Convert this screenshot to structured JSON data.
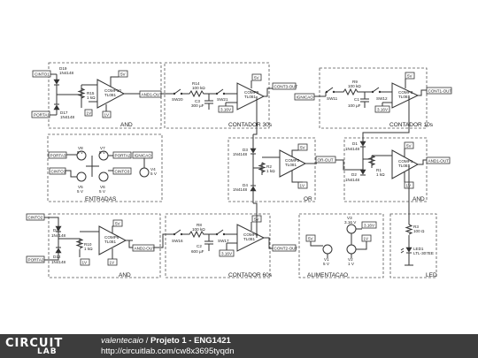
{
  "footer": {
    "logo_top": "CIRCUIT",
    "logo_bottom": "LAB",
    "author": "valentecaio",
    "separator": " / ",
    "title": "Projeto 1 - ENG1421",
    "url": "http://circuitlab.com/cw8x3695tyqdn"
  },
  "blocks": {
    "and_top": "AND",
    "contador30": "CONTADOR 30s",
    "contador10": "CONTADOR 10s",
    "entradas": "ENTRADAS",
    "or": "OR",
    "and_right": "AND",
    "and_bottom": "AND",
    "contador60": "CONTADOR 60s",
    "alimentacao": "ALIMENTACAO",
    "led": "LED"
  },
  "nets": {
    "cinto1": "CINTO1",
    "porta1": "PORTA1",
    "and1_out": "AND1-OUT",
    "cont3_out": "CONT3-OUT",
    "ignicao": "IGNICAO",
    "cont1_out": "CONT1-OUT",
    "porta3": "PORTA3",
    "cinto3": "CINTO3",
    "porta2": "PORTA2",
    "cinto2": "CINTO2",
    "or_out": "OR-OUT",
    "and2_out": "AND2-OUT",
    "cont2_out": "CONT2-OUT",
    "and1_out_right": "AND1-OUT",
    "v5": "5V",
    "v1": "1V",
    "v3_16": "3.16V",
    "v3_16b": "3.16V",
    "v3_16c": "3.16V",
    "v3_16d": "3.16V"
  },
  "components": {
    "d19": [
      "D19",
      "1N4148"
    ],
    "d17": [
      "D17",
      "1N4148"
    ],
    "r15": [
      "R15",
      "1 kΩ"
    ],
    "comp10": [
      "COMP10",
      "TL081"
    ],
    "r14": [
      "R14",
      "100 kΩ"
    ],
    "c3": [
      "C3",
      "300 µF"
    ],
    "sw20": "SW20",
    "sw21": "SW21",
    "comp9": [
      "COMP9",
      "TL081"
    ],
    "r9": [
      "R9",
      "100 kΩ"
    ],
    "c1": [
      "C1",
      "100 µF"
    ],
    "sw11": "SW11",
    "sw12": "SW12",
    "comp3": [
      "COMP3",
      "TL081"
    ],
    "v8": [
      "V8",
      "5 V"
    ],
    "v7": [
      "V7",
      "5 V"
    ],
    "v5s": [
      "V5",
      "5 V"
    ],
    "v6": [
      "V6",
      "5 V"
    ],
    "v4": [
      "V4",
      "5 V"
    ],
    "d3": [
      "D3",
      "1N4148"
    ],
    "d4": [
      "D4",
      "1N4148"
    ],
    "r2": [
      "R2",
      "1 kΩ"
    ],
    "comp2": [
      "COMP2",
      "TL081"
    ],
    "d1": [
      "D1",
      "1N4148"
    ],
    "d2": [
      "D2",
      "1N4148"
    ],
    "r1": [
      "R1",
      "1 kΩ"
    ],
    "comp1": [
      "COMP1",
      "TL081"
    ],
    "d11": [
      "D11",
      "1N4148"
    ],
    "d12": [
      "D12",
      "1N4148"
    ],
    "r10": [
      "R10",
      "1 kΩ"
    ],
    "comp5": [
      "COMP5",
      "TL081"
    ],
    "r8": [
      "R8",
      "100 kΩ"
    ],
    "c2": [
      "C2",
      "600 µF"
    ],
    "sw16": "SW16",
    "sw17": "SW17",
    "comp4": [
      "COMP4",
      "TL081"
    ],
    "v3": [
      "V3",
      "3.16 V"
    ],
    "v1s": [
      "V1",
      "5 V"
    ],
    "v2": [
      "V2",
      "1 V"
    ],
    "r3": [
      "R3",
      "100 Ω"
    ],
    "led1": [
      "LED1",
      "LTL-307EE"
    ]
  }
}
